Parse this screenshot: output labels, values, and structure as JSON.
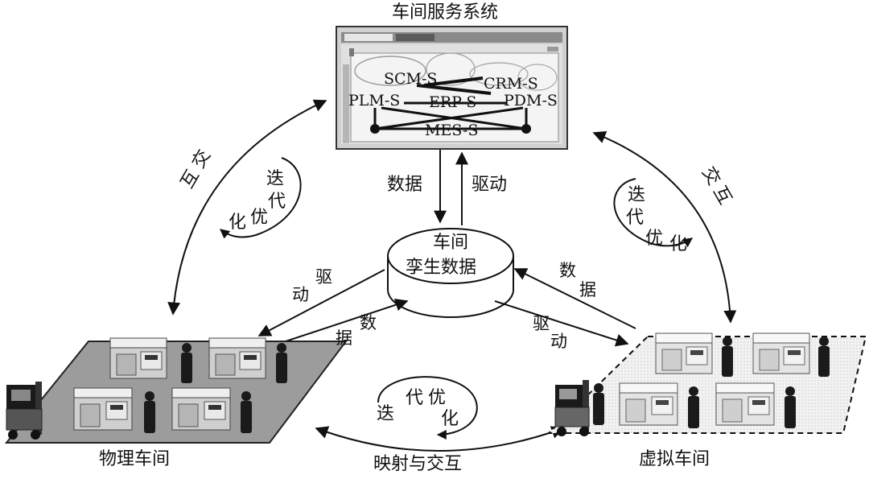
{
  "service_system": {
    "title": "车间服务系统",
    "screen_labels": {
      "scm": "SCM-S",
      "crm": "CRM-S",
      "plm": "PLM-S",
      "erp": "ERP-S",
      "pdm": "PDM-S",
      "mes": "MES-S"
    }
  },
  "center": {
    "line1": "车间",
    "line2": "孪生数据"
  },
  "flow_labels": {
    "data_down": "数据",
    "drive_up": "驱动",
    "left_drive": [
      "驱",
      "动"
    ],
    "left_data": [
      "数",
      "据"
    ],
    "right_data": [
      "数",
      "据"
    ],
    "right_drive": [
      "驱",
      "动"
    ]
  },
  "interaction": {
    "left": [
      "交",
      "互"
    ],
    "right": [
      "交",
      "互"
    ],
    "bottom": "映射与交互"
  },
  "optimize": {
    "left": [
      "迭",
      "代",
      "优",
      "化"
    ],
    "right": [
      "迭",
      "代",
      "优",
      "化"
    ],
    "bottom": [
      "迭",
      "代",
      "优",
      "化"
    ]
  },
  "workshops": {
    "physical": "物理车间",
    "virtual": "虚拟车间"
  }
}
